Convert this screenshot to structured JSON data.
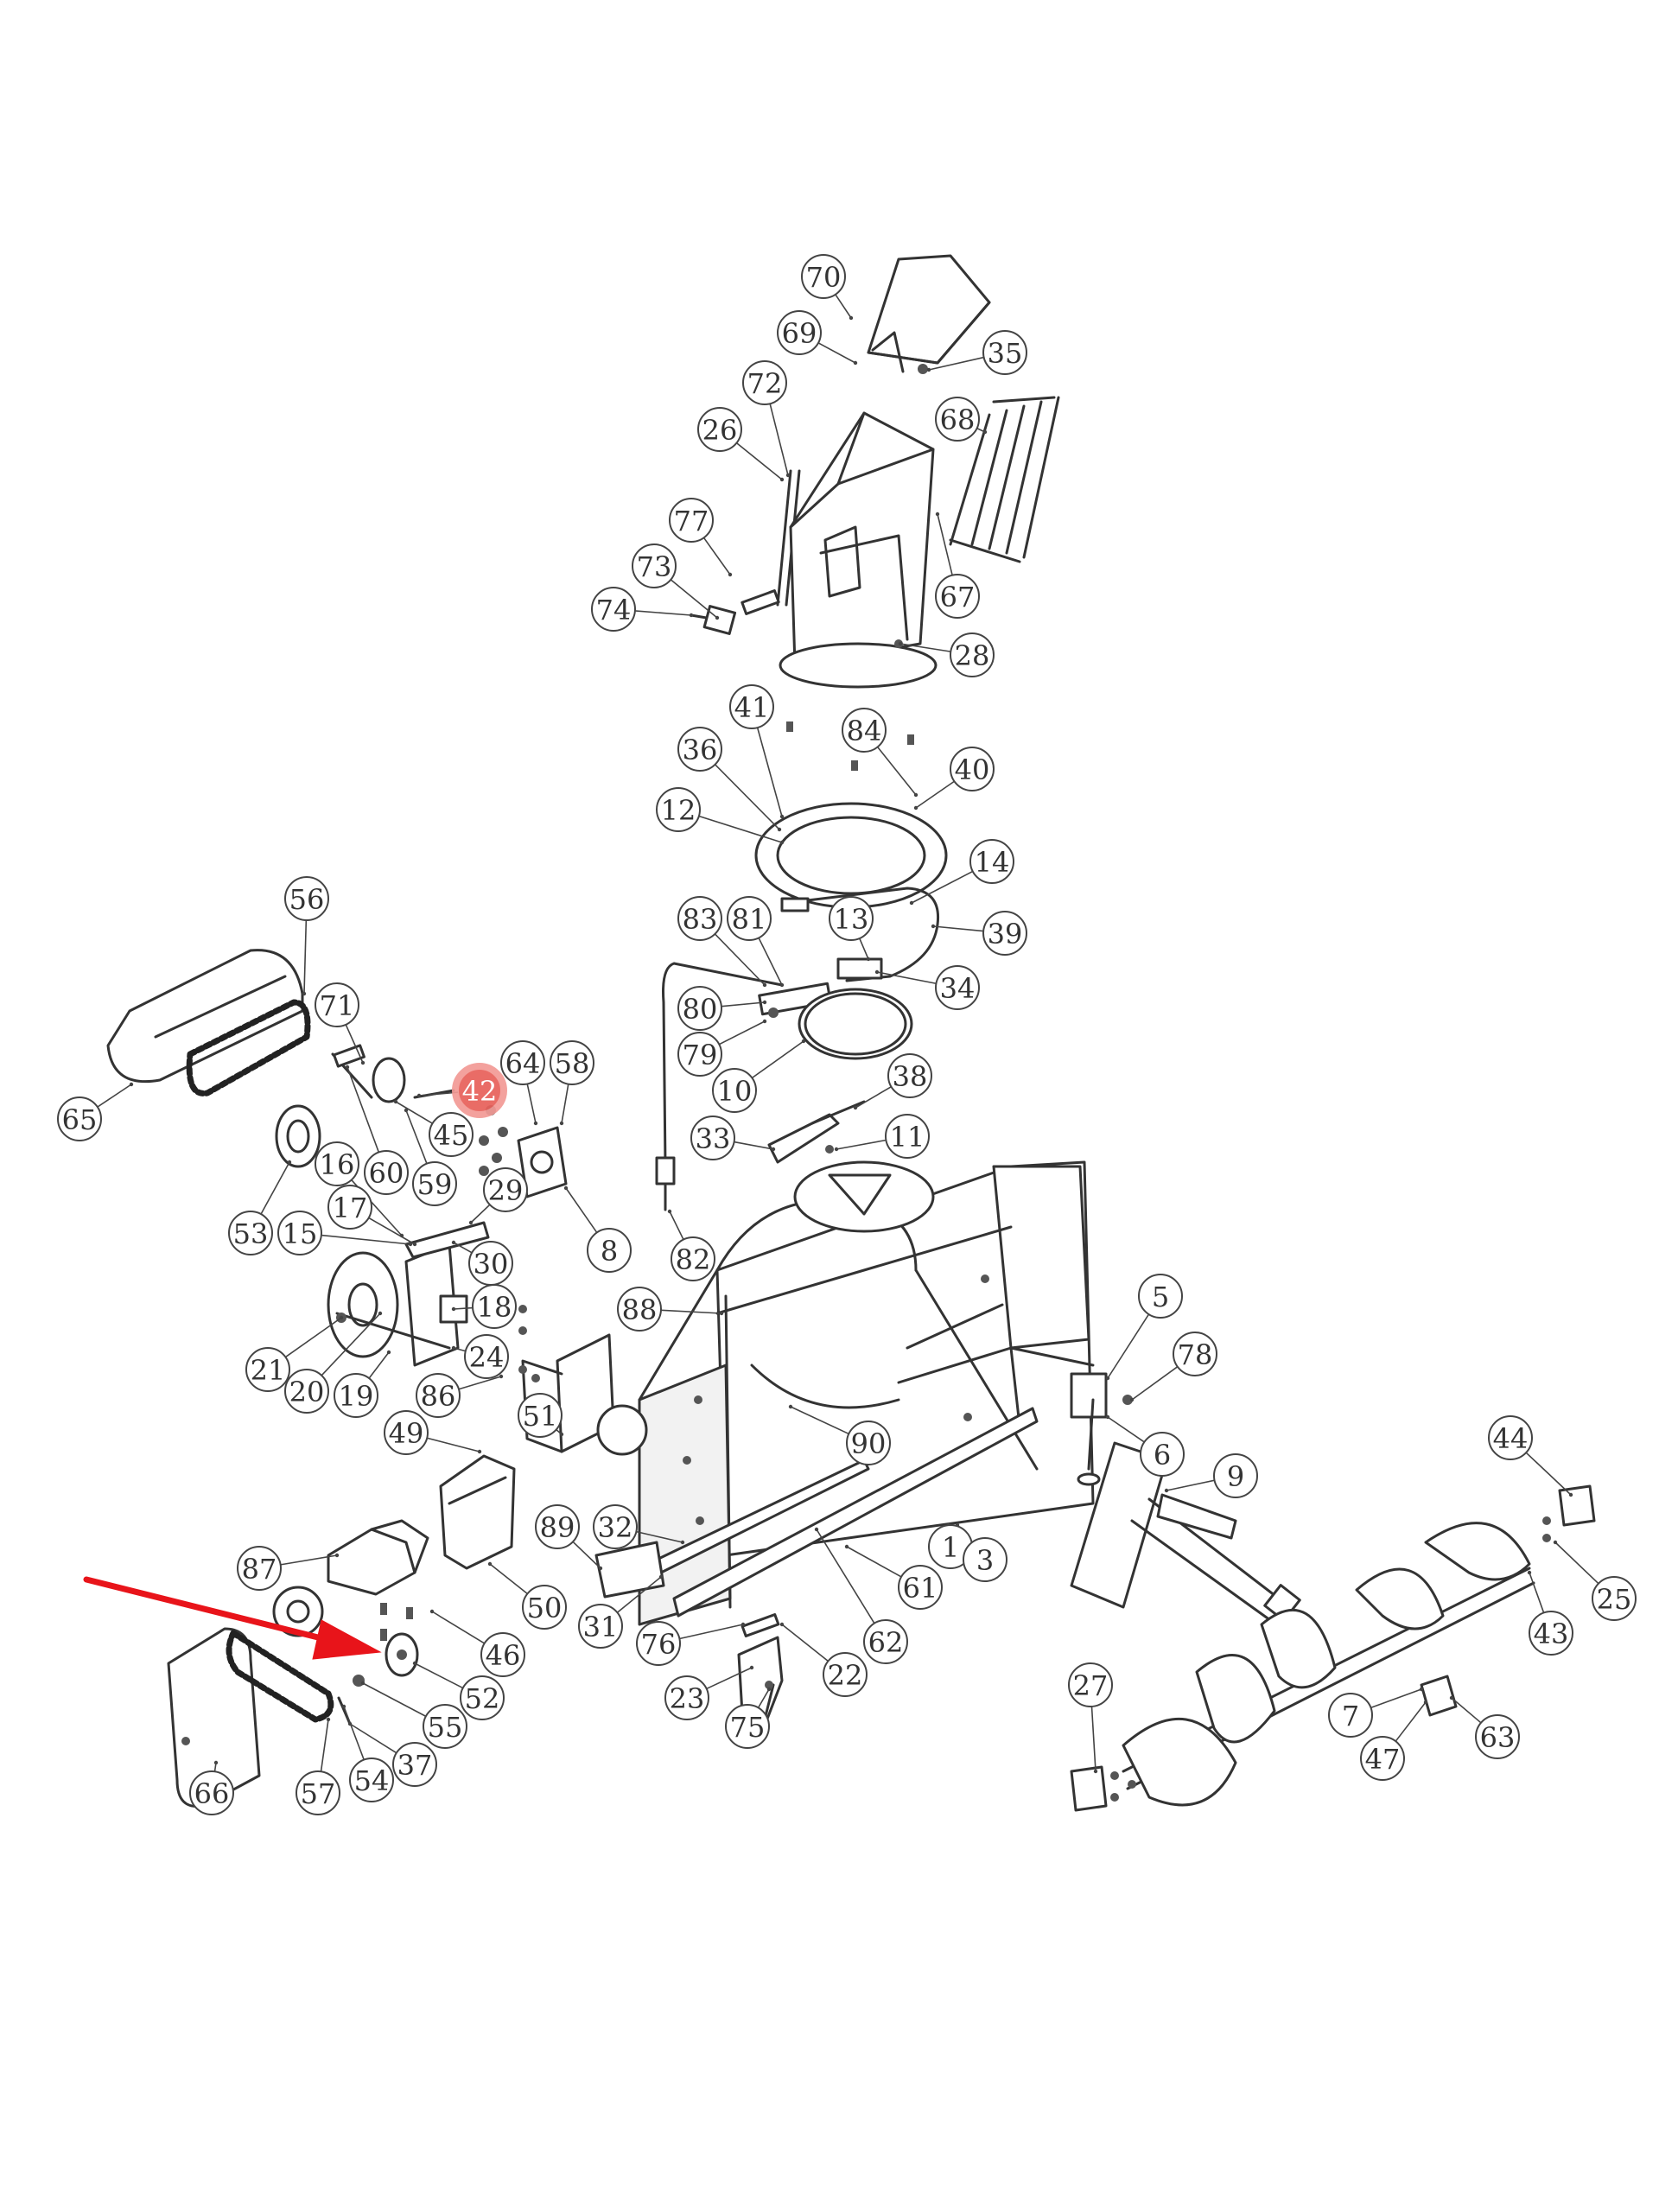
{
  "diagram": {
    "highlight": {
      "label": "42",
      "color": "#e8605a"
    },
    "pointer": {
      "target": "52",
      "color": "#e8141a"
    },
    "callouts": [
      {
        "label": "70"
      },
      {
        "label": "69"
      },
      {
        "label": "35"
      },
      {
        "label": "72"
      },
      {
        "label": "26"
      },
      {
        "label": "68"
      },
      {
        "label": "77"
      },
      {
        "label": "73"
      },
      {
        "label": "74"
      },
      {
        "label": "67"
      },
      {
        "label": "28"
      },
      {
        "label": "41"
      },
      {
        "label": "84"
      },
      {
        "label": "36"
      },
      {
        "label": "40"
      },
      {
        "label": "12"
      },
      {
        "label": "14"
      },
      {
        "label": "56"
      },
      {
        "label": "83"
      },
      {
        "label": "81"
      },
      {
        "label": "13"
      },
      {
        "label": "39"
      },
      {
        "label": "71"
      },
      {
        "label": "34"
      },
      {
        "label": "80"
      },
      {
        "label": "79"
      },
      {
        "label": "10"
      },
      {
        "label": "64"
      },
      {
        "label": "58"
      },
      {
        "label": "42"
      },
      {
        "label": "38"
      },
      {
        "label": "65"
      },
      {
        "label": "45"
      },
      {
        "label": "33"
      },
      {
        "label": "11"
      },
      {
        "label": "60"
      },
      {
        "label": "59"
      },
      {
        "label": "16"
      },
      {
        "label": "29"
      },
      {
        "label": "53"
      },
      {
        "label": "15"
      },
      {
        "label": "17"
      },
      {
        "label": "30"
      },
      {
        "label": "8"
      },
      {
        "label": "82"
      },
      {
        "label": "18"
      },
      {
        "label": "88"
      },
      {
        "label": "5"
      },
      {
        "label": "21"
      },
      {
        "label": "20"
      },
      {
        "label": "19"
      },
      {
        "label": "24"
      },
      {
        "label": "78"
      },
      {
        "label": "86"
      },
      {
        "label": "51"
      },
      {
        "label": "49"
      },
      {
        "label": "90"
      },
      {
        "label": "6"
      },
      {
        "label": "9"
      },
      {
        "label": "44"
      },
      {
        "label": "89"
      },
      {
        "label": "32"
      },
      {
        "label": "1"
      },
      {
        "label": "3"
      },
      {
        "label": "87"
      },
      {
        "label": "25"
      },
      {
        "label": "50"
      },
      {
        "label": "61"
      },
      {
        "label": "31"
      },
      {
        "label": "76"
      },
      {
        "label": "62"
      },
      {
        "label": "22"
      },
      {
        "label": "43"
      },
      {
        "label": "46"
      },
      {
        "label": "52"
      },
      {
        "label": "23"
      },
      {
        "label": "55"
      },
      {
        "label": "27"
      },
      {
        "label": "7"
      },
      {
        "label": "63"
      },
      {
        "label": "37"
      },
      {
        "label": "75"
      },
      {
        "label": "47"
      },
      {
        "label": "66"
      },
      {
        "label": "57"
      },
      {
        "label": "54"
      }
    ]
  }
}
